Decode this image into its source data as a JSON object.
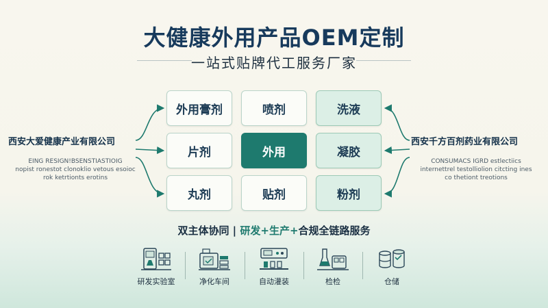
{
  "header": {
    "title": "大健康外用产品OEM定制",
    "subtitle": "一站式贴牌代工服务厂家"
  },
  "left_company": {
    "name": "西安大爱健康产业有限公司",
    "sub_lines": [
      "EING RESIGN!BSENSTIASTIOIG",
      "nopist ronestot clonoklio vetous esoioc",
      "rok ketrtionts erotins"
    ]
  },
  "right_company": {
    "name": "西安千方百剂药业有限公司",
    "sub_lines": [
      "CONSUMACS IGRD estlectiics",
      "internettrel testolliolion citcting ines",
      "co thetiont treotions"
    ]
  },
  "products": [
    {
      "label": "外用膏剂",
      "style": "plain"
    },
    {
      "label": "喷剂",
      "style": "plain"
    },
    {
      "label": "洗液",
      "style": "green"
    },
    {
      "label": "片剂",
      "style": "plain"
    },
    {
      "label": "外用",
      "style": "center"
    },
    {
      "label": "凝胶",
      "style": "green"
    },
    {
      "label": "丸剂",
      "style": "plain"
    },
    {
      "label": "贴剂",
      "style": "plain"
    },
    {
      "label": "粉剂",
      "style": "green"
    }
  ],
  "service": {
    "prefix": "双主体协同 | ",
    "highlight": "研发+生产+",
    "suffix": "合规全链路服务"
  },
  "facilities": [
    {
      "label": "研发实验室",
      "icon": "lab-icon"
    },
    {
      "label": "净化车间",
      "icon": "clean-room-icon"
    },
    {
      "label": "自动灌装",
      "icon": "filling-machine-icon"
    },
    {
      "label": "检检",
      "icon": "inspection-icon"
    },
    {
      "label": "仓储",
      "icon": "warehouse-icon"
    }
  ],
  "colors": {
    "title": "#173a5c",
    "accent": "#1e7a6e",
    "cell_green": "#dcefe6",
    "cell_border": "#b9d4c9"
  }
}
